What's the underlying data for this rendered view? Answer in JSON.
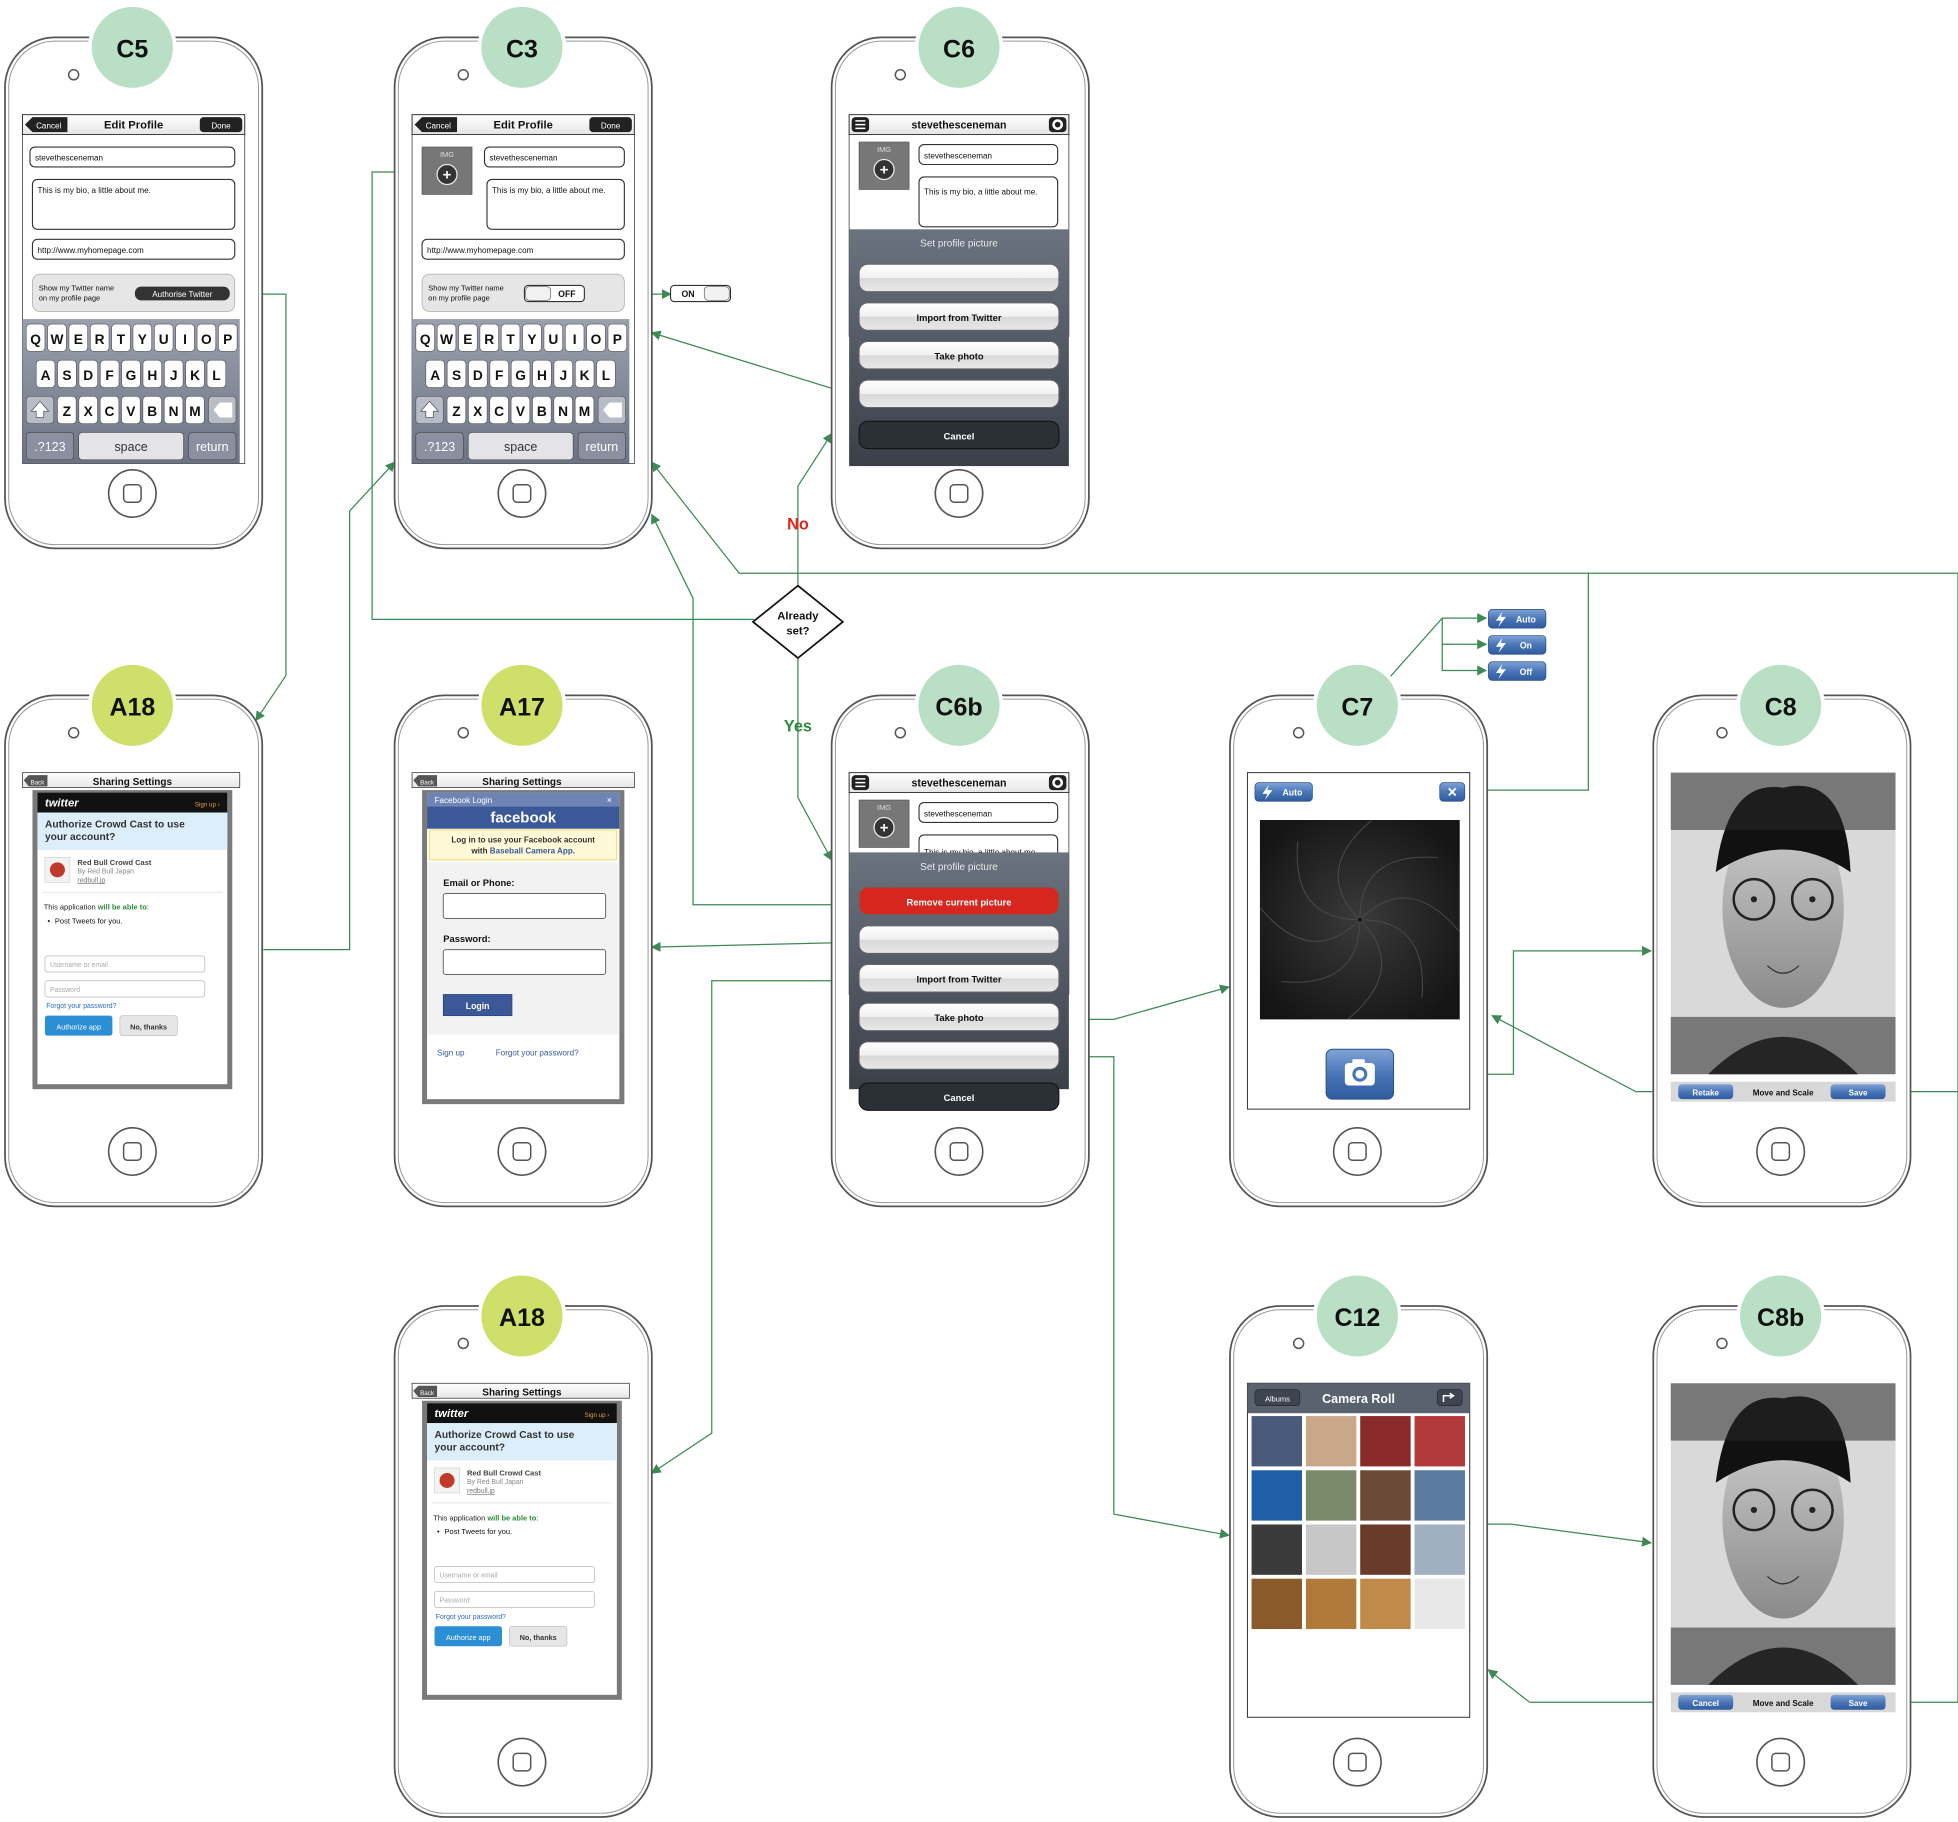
{
  "badges": {
    "C5": "C5",
    "C3": "C3",
    "C6": "C6",
    "A18_top": "A18",
    "A17": "A17",
    "C6b": "C6b",
    "C7": "C7",
    "C8": "C8",
    "A18_bottom": "A18",
    "C12": "C12",
    "C8b": "C8b"
  },
  "edit_profile": {
    "title": "Edit Profile",
    "cancel": "Cancel",
    "done": "Done",
    "username": "stevethesceneman",
    "bio": "This is my bio, a little about me.",
    "url": "http://www.myhomepage.com",
    "twitter_label_1": "Show my Twitter name",
    "twitter_label_2": "on my profile page",
    "authorise": "Authorise Twitter",
    "off": "OFF",
    "on": "ON",
    "img": "IMG"
  },
  "keyboard": {
    "row1": [
      "Q",
      "W",
      "E",
      "R",
      "T",
      "Y",
      "U",
      "I",
      "O",
      "P"
    ],
    "row2": [
      "A",
      "S",
      "D",
      "F",
      "G",
      "H",
      "J",
      "K",
      "L"
    ],
    "row3": [
      "Z",
      "X",
      "C",
      "V",
      "B",
      "N",
      "M"
    ],
    "num": ".?123",
    "space": "space",
    "return": "return"
  },
  "profile_view": {
    "username": "stevethesceneman",
    "bio": "This is my bio, a little about me.",
    "bio_cut": "This is my bio, a little about me.",
    "img": "IMG",
    "sheet_title": "Set profile picture",
    "remove": "Remove current picture",
    "import_twitter": "Import from Twitter",
    "take_photo": "Take photo",
    "cancel": "Cancel"
  },
  "decision": {
    "line1": "Already",
    "line2": "set?",
    "no": "No",
    "yes": "Yes"
  },
  "twitter_auth": {
    "back": "Back",
    "header": "Sharing Settings",
    "logo": "twitter",
    "signup": "Sign up ›",
    "question_1": "Authorize Crowd Cast to use",
    "question_2": "your account?",
    "app_name": "Red Bull Crowd Cast",
    "app_by": "By Red Bull Japan",
    "app_link": "redbull.jp",
    "able_prefix": "This application ",
    "able_highlight": "will be able to",
    "able_suffix": ":",
    "bullet": "Post Tweets for you.",
    "username_placeholder": "Username or email",
    "password_placeholder": "Password",
    "forgot": "Forgot your password?",
    "authorize": "Authorize app",
    "no_thanks": "No, thanks"
  },
  "facebook_login": {
    "back": "Back",
    "header": "Sharing Settings",
    "bar": "Facebook Login",
    "close": "×",
    "logo": "facebook",
    "notice_1": "Log in to use your Facebook account",
    "notice_2_prefix": "with ",
    "notice_2_link": "Baseball Camera App",
    "notice_2_suffix": ".",
    "email_label": "Email or Phone:",
    "password_label": "Password:",
    "login": "Login",
    "signup": "Sign up",
    "forgot": "Forgot your password?"
  },
  "camera": {
    "flash_current": "Auto",
    "flash_options": [
      "Auto",
      "On",
      "Off"
    ],
    "close": "×"
  },
  "crop": {
    "retake": "Retake",
    "cancel": "Cancel",
    "move_scale": "Move and Scale",
    "save": "Save"
  },
  "camera_roll": {
    "albums": "Albums",
    "title": "Camera Roll"
  },
  "colors": {
    "badge_green": "#b9e0c4",
    "badge_yellow": "#cfe06a",
    "arrow": "#3d8a54",
    "no_red": "#e1251b",
    "yes_green": "#2e8b3a",
    "remove_red": "#d7261e",
    "twitter_blue": "#2b8fd6",
    "facebook_blue": "#3b5998",
    "ios_blue": "#4a6fa8"
  },
  "icons": [
    "menu-icon",
    "gear-icon",
    "plus-icon",
    "flash-icon",
    "camera-icon",
    "share-icon",
    "home-button-icon"
  ]
}
